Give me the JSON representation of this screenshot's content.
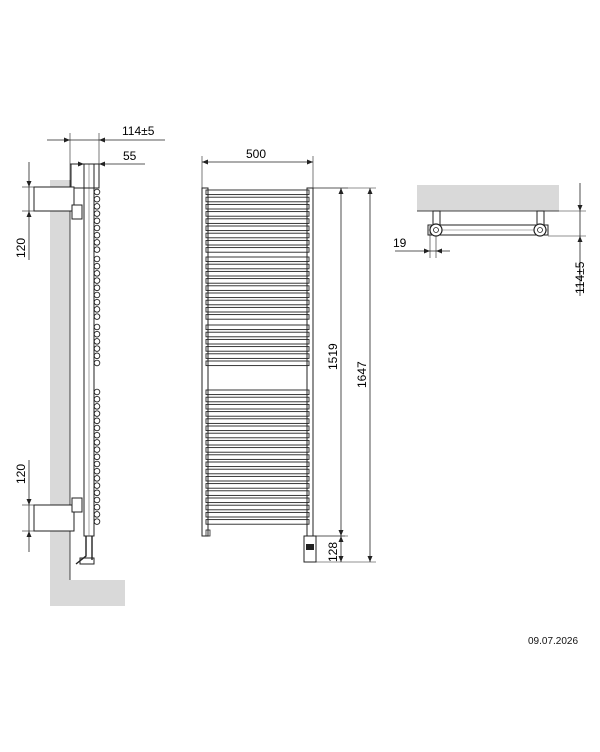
{
  "side_view": {
    "offset_label": "114±5",
    "depth_label": "55",
    "upper_bracket_label": "120",
    "lower_bracket_label": "120"
  },
  "front_view": {
    "width_label": "500",
    "height_label": "1519",
    "total_height_label": "1647",
    "bottom_label": "128"
  },
  "top_view": {
    "clearance_label": "19",
    "offset_label": "114±5"
  },
  "date": "09.07.2026",
  "colors": {
    "wall": "#d9d9d9",
    "line": "#222222"
  }
}
